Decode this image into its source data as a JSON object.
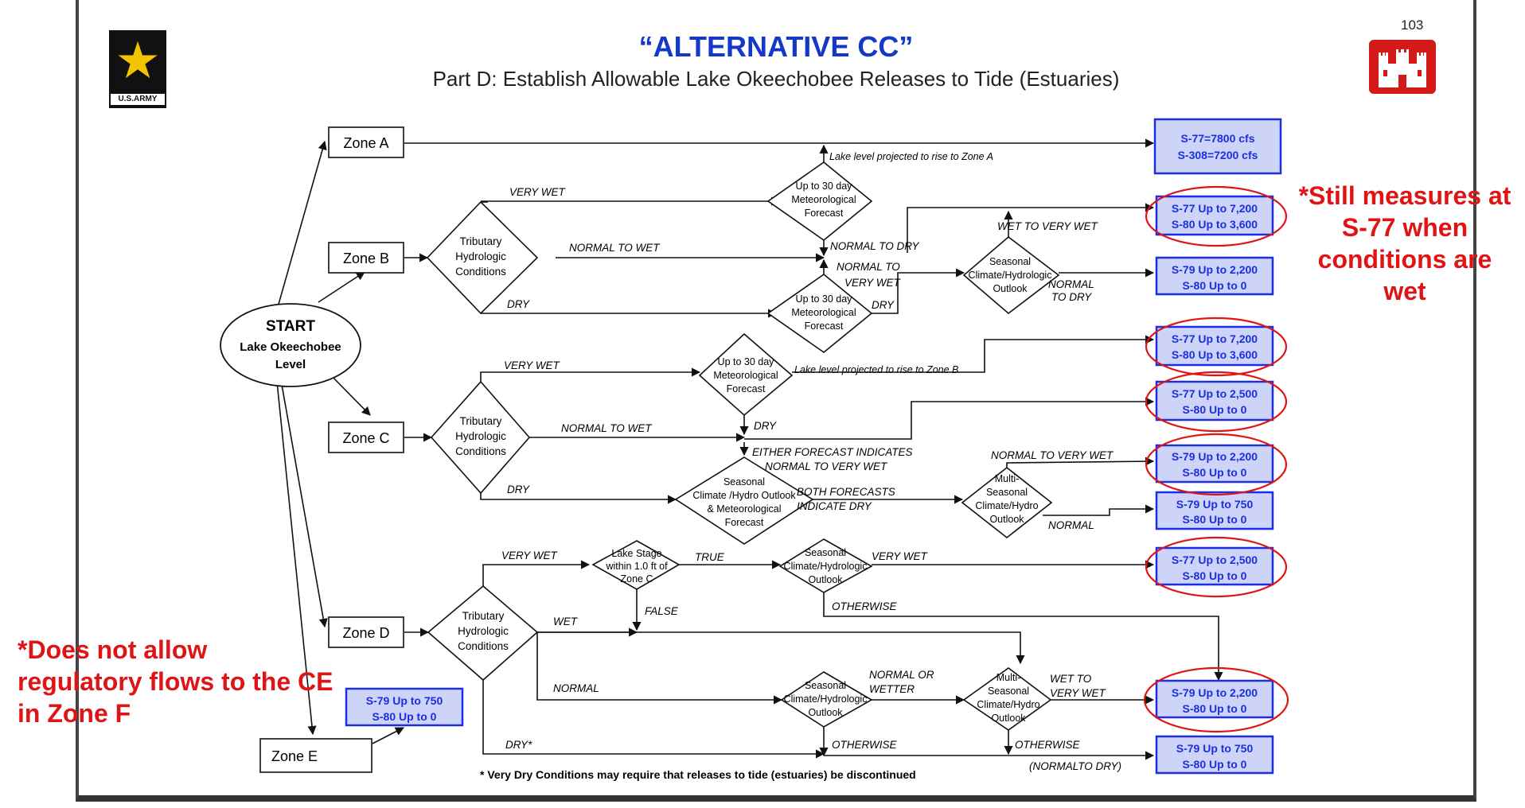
{
  "page_number": "103",
  "title": "“ALTERNATIVE CC”",
  "subtitle": "Part D: Establish Allowable Lake Okeechobee Releases to Tide (Estuaries)",
  "army_logo": {
    "label": "U.S.ARMY",
    "icon": "star-icon"
  },
  "usace_logo": {
    "icon": "castle-icon"
  },
  "notes": {
    "right": "*Still measures at S-77 when conditions are wet",
    "left": "*Does not allow regulatory flows to the CE in Zone F"
  },
  "start": {
    "title": "START",
    "line1": "Lake Okeechobee",
    "line2": "Level"
  },
  "zones": {
    "a": "Zone A",
    "b": "Zone B",
    "c": "Zone C",
    "d": "Zone D",
    "e": "Zone E"
  },
  "decisions": {
    "trib_b": [
      "Tributary",
      "Hydrologic",
      "Conditions"
    ],
    "trib_c": [
      "Tributary",
      "Hydrologic",
      "Conditions"
    ],
    "trib_d": [
      "Tributary",
      "Hydrologic",
      "Conditions"
    ],
    "met_b_top": [
      "Up to 30 day",
      "Meteorological",
      "Forecast"
    ],
    "met_b_bot": [
      "Up to 30 day",
      "Meteorological",
      "Forecast"
    ],
    "seas_b": [
      "Seasonal",
      "Climate/Hydrologic",
      "Outlook"
    ],
    "met_c": [
      "Up to 30 day",
      "Meteorological",
      "Forecast"
    ],
    "seas_met_c": [
      "Seasonal",
      "Climate /Hydro Outlook",
      "& Meteorological",
      "Forecast"
    ],
    "multi_c": [
      "Multi-",
      "Seasonal",
      "Climate/Hydro",
      "Outlook"
    ],
    "stage_d": [
      "Lake Stage",
      "within 1.0 ft of",
      "Zone C"
    ],
    "seas_d_top": [
      "Seasonal",
      "Climate/Hydrologic",
      "Outlook"
    ],
    "seas_d_mid": [
      "Seasonal",
      "Climate/Hydrologic",
      "Outlook"
    ],
    "multi_d": [
      "Multi-",
      "Seasonal",
      "Climate/Hydro",
      "Outlook"
    ]
  },
  "outcomes": {
    "a": [
      "S-77=7800 cfs",
      "S-308=7200 cfs"
    ],
    "b1": [
      "S-77 Up to 7,200",
      "S-80 Up to 3,600"
    ],
    "b2": [
      "S-79 Up to 2,200",
      "S-80 Up to 0"
    ],
    "c1": [
      "S-77 Up to 7,200",
      "S-80 Up to 3,600"
    ],
    "c2": [
      "S-77 Up to 2,500",
      "S-80 Up to  0"
    ],
    "c3": [
      "S-79 Up to 2,200",
      "S-80 Up to 0"
    ],
    "c4": [
      "S-79 Up to 750",
      "S-80 Up to 0"
    ],
    "d1": [
      "S-77 Up to 2,500",
      "S-80 Up to 0"
    ],
    "d2": [
      "S-79 Up to 2,200",
      "S-80 Up to 0"
    ],
    "d3": [
      "S-79 Up to 750",
      "S-80 Up to 0"
    ],
    "e": [
      "S-79 Up to 750",
      "S-80 Up to 0"
    ]
  },
  "labels": {
    "lake_rise_a": "Lake level projected to rise to Zone A",
    "very_wet_b": "VERY  WET",
    "normal_wet_b": "NORMAL TO WET",
    "dry_b": "DRY",
    "normal_dry_b": "NORMAL  TO  DRY",
    "normal_very_wet_b1": "NORMAL TO",
    "normal_very_wet_b2": "VERY WET",
    "dry_b2": "DRY",
    "wet_very_wet_b": "WET TO VERY WET",
    "normal_dry_b2_1": "NORMAL",
    "normal_dry_b2_2": "TO  DRY",
    "very_wet_c": "VERY  WET",
    "lake_rise_b": "Lake level projected to rise to Zone B",
    "normal_wet_c": "NORMAL TO WET",
    "dry_c": "DRY",
    "dry_c2": "DRY",
    "either1": "EITHER FORECAST INDICATES",
    "either2": "NORMAL TO VERY WET",
    "both1": "BOTH FORECASTS",
    "both2": "INDICATE DRY",
    "normal_very_wet_c": "NORMAL TO VERY WET",
    "normal_c": "NORMAL",
    "very_wet_d": "VERY  WET",
    "true_d": "TRUE",
    "very_wet_d2": "VERY  WET",
    "false_d": "FALSE",
    "otherwise_d1": "OTHERWISE",
    "wet_d": "WET",
    "normal_d": "NORMAL",
    "normal_wetter1": "NORMAL OR",
    "normal_wetter2": "WETTER",
    "wet_very_wet_d1": "WET TO",
    "wet_very_wet_d2": "VERY WET",
    "dry_star": "DRY*",
    "otherwise_d2": "OTHERWISE",
    "otherwise_d3": "OTHERWISE",
    "normal_to_dry_d": "(NORMALTO  DRY)"
  },
  "footnote": "* Very Dry Conditions may require that releases to tide (estuaries) be discontinued",
  "colors": {
    "title": "#1438c8",
    "outcome_border": "#1c2fe0",
    "outcome_fill": "#cdd4f7",
    "highlight": "#e01414",
    "line": "#111111"
  }
}
